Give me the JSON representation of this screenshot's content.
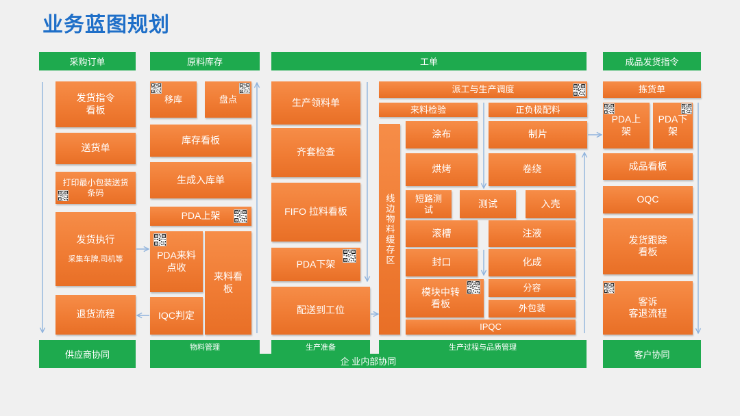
{
  "title": "业务蓝图规划",
  "colors": {
    "title_blue": "#1f6fc8",
    "section_green": "#1eaa4e",
    "box_orange": "#f07c34",
    "arrow_blue": "#8fb3dd",
    "background": "#f0f0f0"
  },
  "icons": {
    "qr_code": "qr-code-icon",
    "flow_arrow": "arrow-icon"
  },
  "headers": {
    "purchase_order": "采购订单",
    "raw_material_stock": "原料库存",
    "work_order": "工单",
    "finished_goods_shipping": "成品发货指令"
  },
  "purchase": {
    "shipping_instruction_board": "发货指令\n看板",
    "delivery_note": "送货单",
    "print_barcode": "打印最小包装送货\n条码",
    "shipping_execution": "发货执行",
    "shipping_execution_note": "采集车牌,司机等",
    "return_process": "退货流程"
  },
  "raw_material": {
    "transfer": "移库",
    "stocktake": "盘点",
    "inventory_board": "库存看板",
    "generate_receipt": "生成入库单",
    "pda_putaway": "PDA上架",
    "pda_receiving": "PDA来料\n点收",
    "incoming_board": "来料看\n板",
    "iqc_judgment": "IQC判定"
  },
  "production_prep": {
    "material_requisition": "生产领料单",
    "kit_check": "齐套检查",
    "fifo_pull_board": "FIFO 拉料看板",
    "pda_picking": "PDA下架",
    "deliver_to_station": "配送到工位"
  },
  "production_process": {
    "dispatch_scheduling": "派工与生产调度",
    "incoming_inspection": "来料检验",
    "electrode_batching": "正负极配料",
    "line_side_buffer": "线边物料缓存区",
    "coating": "涂布",
    "sheet_making": "制片",
    "baking": "烘烤",
    "winding": "卷绕",
    "short_circuit_test": "短路测\n试",
    "test": "测试",
    "casing": "入壳",
    "grooving": "滚槽",
    "electrolyte_filling": "注液",
    "sealing": "封口",
    "formation": "化成",
    "module_transfer_board": "模块中转\n看板",
    "grading": "分容",
    "outer_packaging": "外包装",
    "ipqc": "IPQC"
  },
  "finished_goods": {
    "picking_list": "拣货单",
    "pda_putaway": "PDA上\n架",
    "pda_picking": "PDA下\n架",
    "finished_goods_board": "成品看板",
    "oqc": "OQC",
    "shipment_tracking_board": "发货跟踪\n看板",
    "customer_complaint": "客诉\n客退流程"
  },
  "footers": {
    "supplier_collaboration": "供应商协同",
    "material_management": "物料管理",
    "production_preparation": "生产准备",
    "process_quality_management": "生产过程与品质管理",
    "internal_collaboration": "企 业内部协同",
    "customer_collaboration": "客户协同"
  }
}
